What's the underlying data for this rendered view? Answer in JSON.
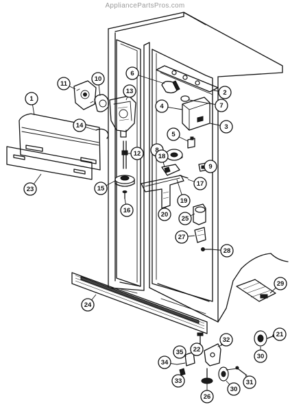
{
  "watermark": "AppliancePartsPros.com",
  "callouts": [
    {
      "label": "1"
    },
    {
      "label": "2"
    },
    {
      "label": "3"
    },
    {
      "label": "4"
    },
    {
      "label": "5"
    },
    {
      "label": "6"
    },
    {
      "label": "7"
    },
    {
      "label": "8"
    },
    {
      "label": "9"
    },
    {
      "label": "10"
    },
    {
      "label": "11"
    },
    {
      "label": "12"
    },
    {
      "label": "13"
    },
    {
      "label": "14"
    },
    {
      "label": "15"
    },
    {
      "label": "16"
    },
    {
      "label": "17"
    },
    {
      "label": "18"
    },
    {
      "label": "19"
    },
    {
      "label": "20"
    },
    {
      "label": "21"
    },
    {
      "label": "22"
    },
    {
      "label": "23"
    },
    {
      "label": "24"
    },
    {
      "label": "25"
    },
    {
      "label": "26"
    },
    {
      "label": "27"
    },
    {
      "label": "28"
    },
    {
      "label": "29"
    },
    {
      "label": "30"
    },
    {
      "label": "30"
    },
    {
      "label": "31"
    },
    {
      "label": "32"
    },
    {
      "label": "33"
    },
    {
      "label": "34"
    },
    {
      "label": "35"
    }
  ]
}
